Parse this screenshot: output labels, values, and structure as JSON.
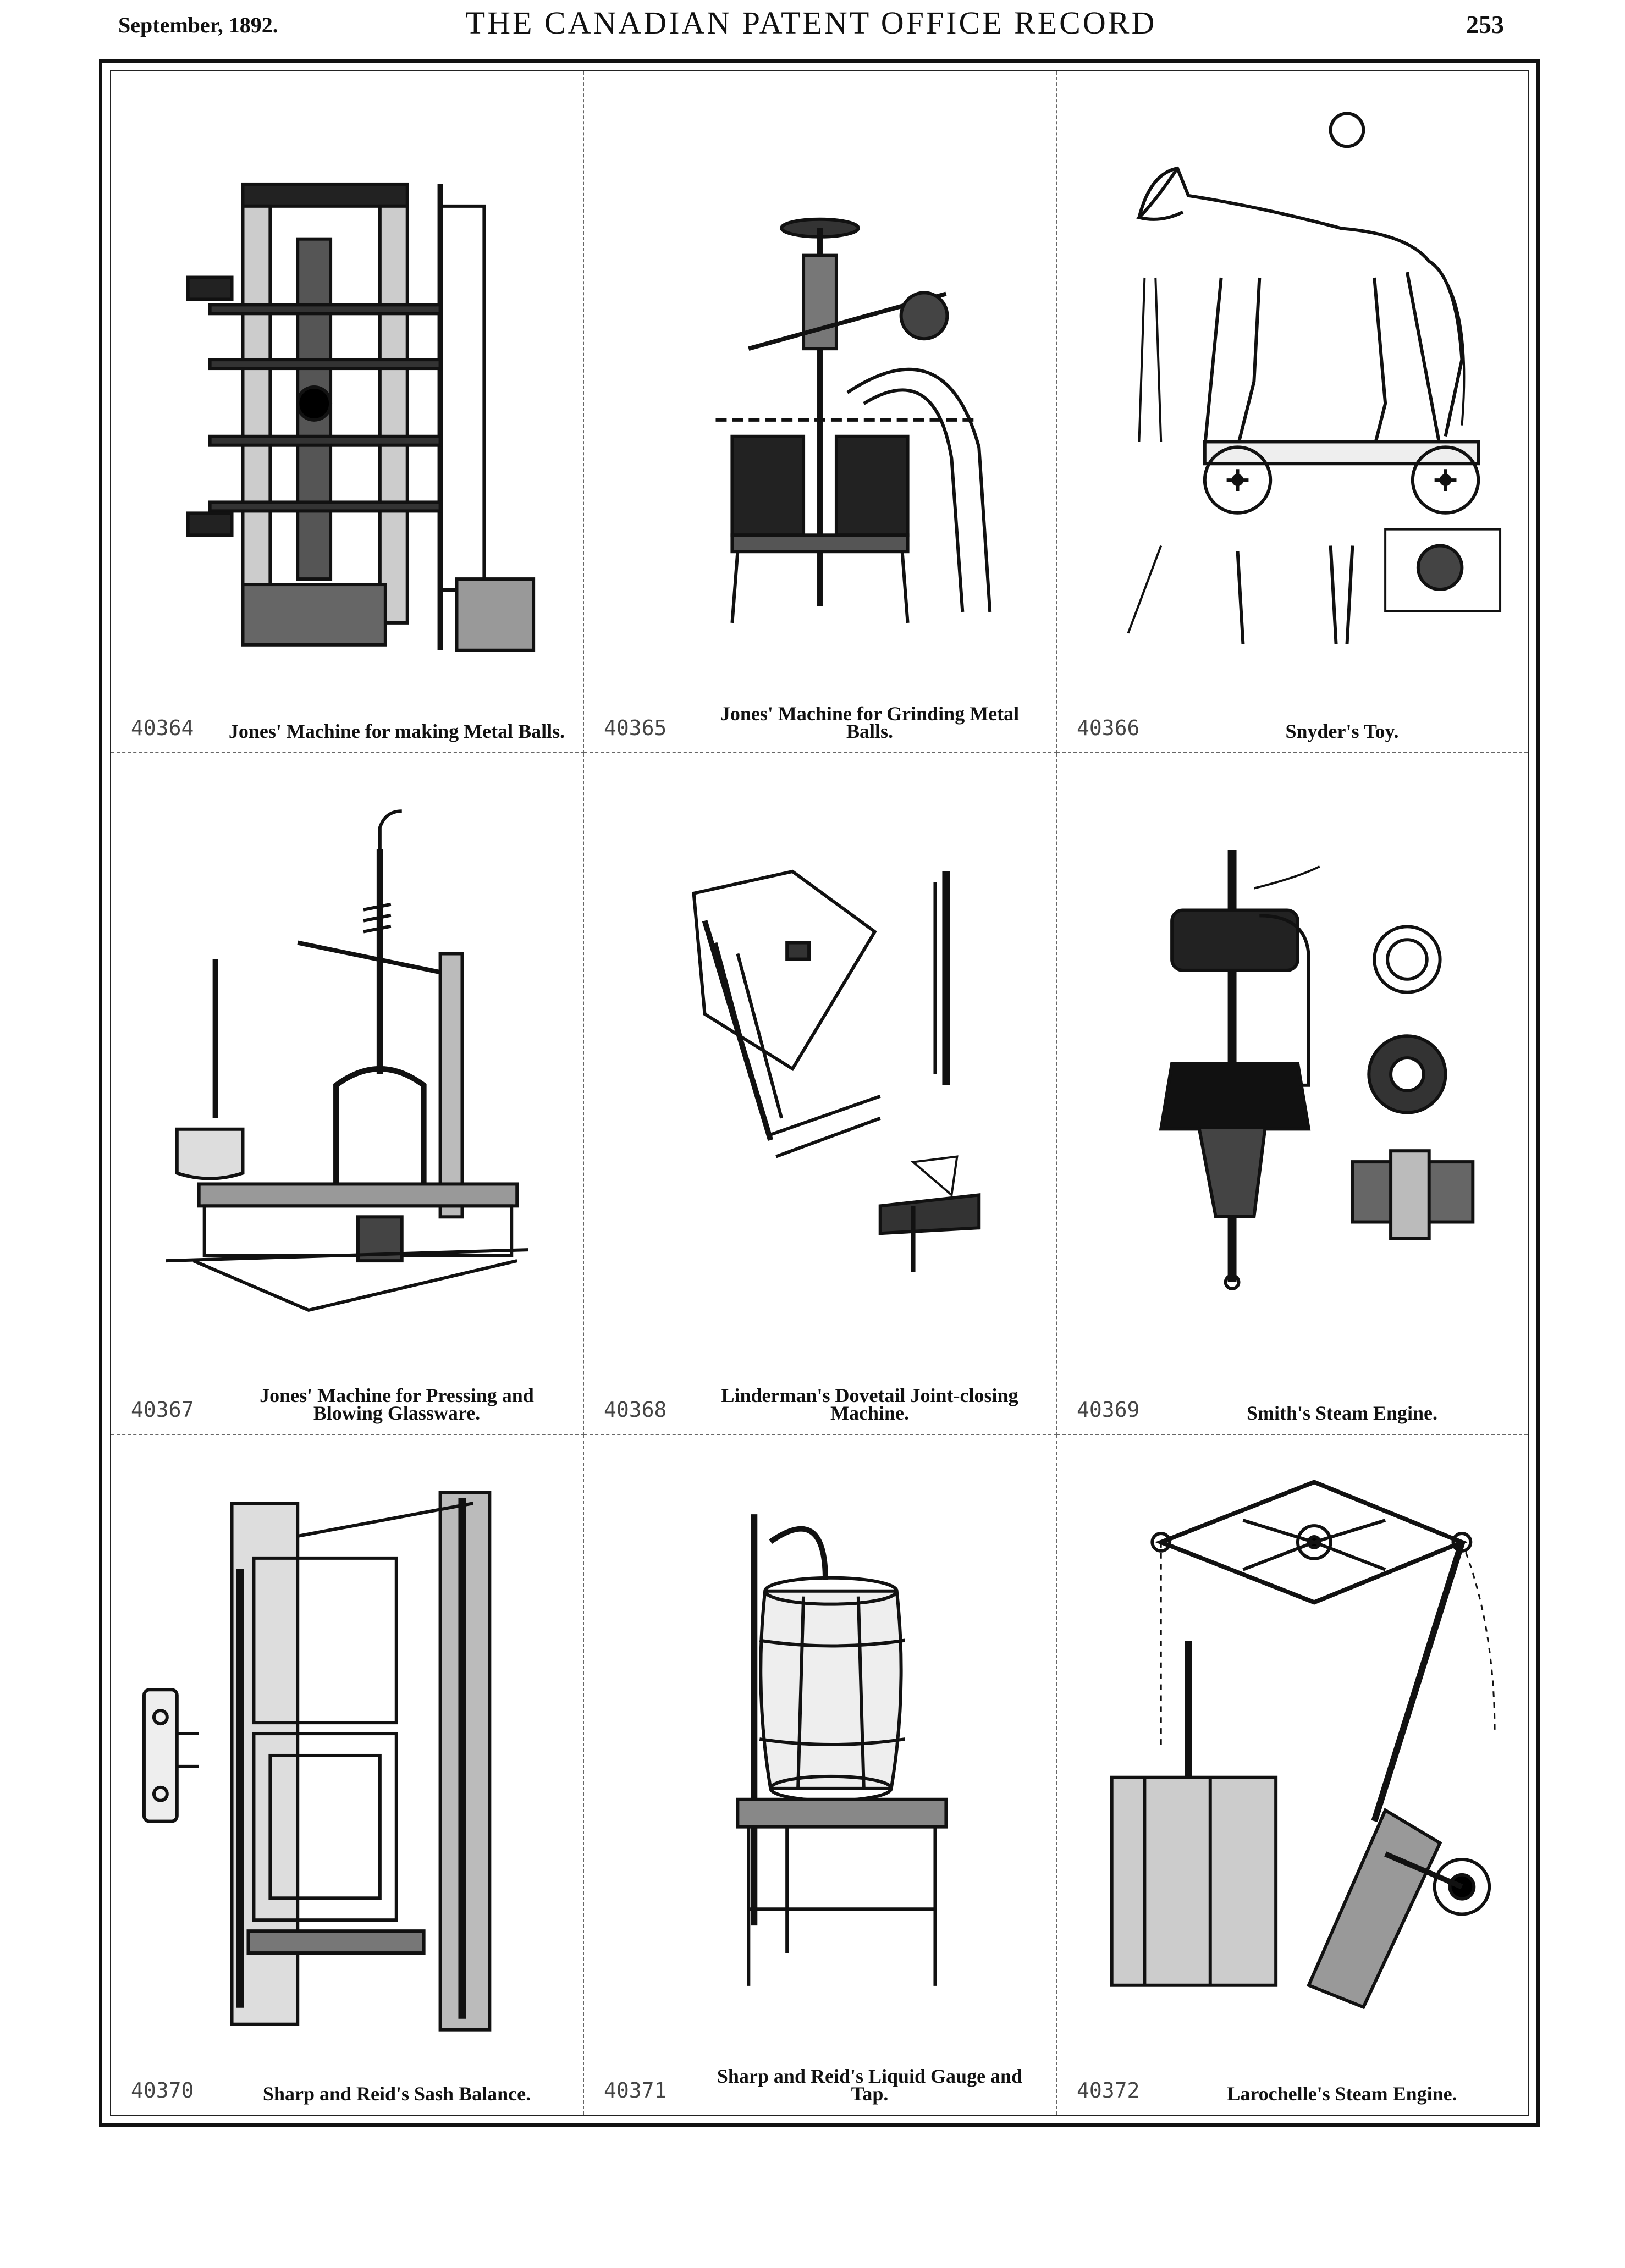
{
  "header": {
    "date": "September, 1892.",
    "title": "THE CANADIAN PATENT OFFICE RECORD",
    "page": "253"
  },
  "entries": [
    {
      "number": "40364",
      "title": "Jones' Machine for making Metal Balls.",
      "icon": "metal-ball-machine-drawing"
    },
    {
      "number": "40365",
      "title": "Jones' Machine for Grinding Metal Balls.",
      "icon": "grinding-machine-drawing"
    },
    {
      "number": "40366",
      "title": "Snyder's Toy.",
      "icon": "toy-horse-drawing"
    },
    {
      "number": "40367",
      "title": "Jones' Machine for Pressing and Blowing Glassware.",
      "icon": "glassware-press-drawing"
    },
    {
      "number": "40368",
      "title": "Linderman's Dovetail Joint-closing Machine.",
      "icon": "dovetail-machine-drawing"
    },
    {
      "number": "40369",
      "title": "Smith's Steam Engine.",
      "icon": "steam-engine-drawing"
    },
    {
      "number": "40370",
      "title": "Sharp and Reid's Sash Balance.",
      "icon": "sash-balance-drawing"
    },
    {
      "number": "40371",
      "title": "Sharp and Reid's Liquid Gauge and Tap.",
      "icon": "barrel-gauge-drawing"
    },
    {
      "number": "40372",
      "title": "Larochelle's Steam Engine.",
      "icon": "beam-engine-drawing"
    }
  ]
}
